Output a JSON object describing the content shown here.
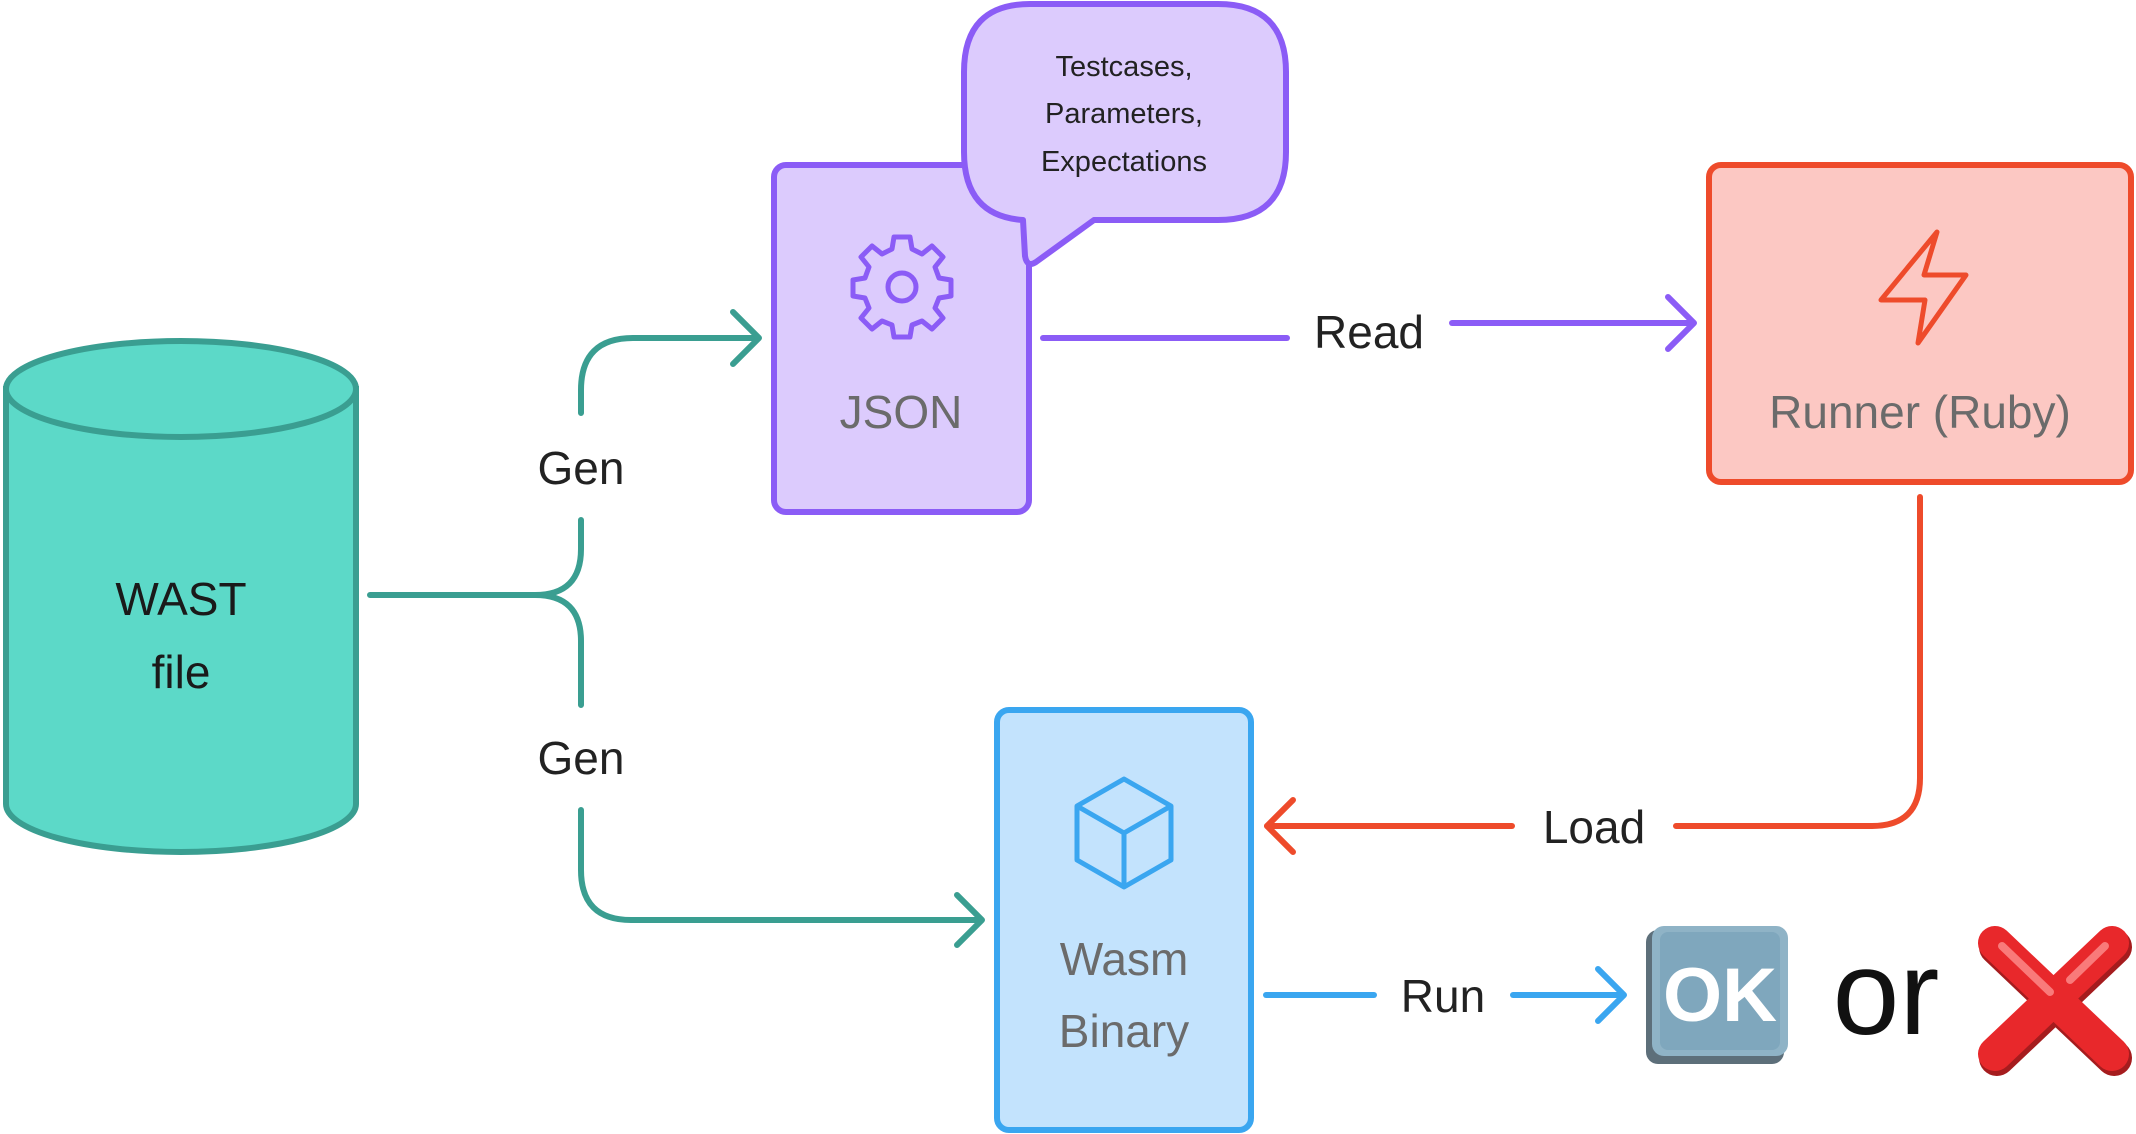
{
  "colors": {
    "teal": "#3a9e91",
    "teal_fill": "#5cd9c8",
    "purple": "#8b5cf6",
    "purple_fill": "#dccbfd",
    "red": "#ee4b2b",
    "red_fill": "#fcc8c3",
    "blue": "#3aa6f0",
    "blue_fill": "#c3e3fd",
    "ok_fill": "#7fa7bd",
    "x_red": "#e8282b"
  },
  "nodes": {
    "wast": {
      "line1": "WAST",
      "line2": "file",
      "icon": "database-cylinder"
    },
    "json": {
      "label": "JSON",
      "icon": "gear-icon"
    },
    "runner": {
      "label": "Runner (Ruby)",
      "icon": "lightning-icon"
    },
    "wasm": {
      "line1": "Wasm",
      "line2": "Binary",
      "icon": "cube-icon"
    }
  },
  "bubble": {
    "line1": "Testcases,",
    "line2": "Parameters,",
    "line3": "Expectations"
  },
  "edges": {
    "gen_top": "Gen",
    "gen_bottom": "Gen",
    "read": "Read",
    "load": "Load",
    "run": "Run"
  },
  "result": {
    "ok_text": "OK",
    "or_text": "or",
    "ok_icon": "ok-button-emoji",
    "fail_icon": "cross-mark-emoji"
  }
}
